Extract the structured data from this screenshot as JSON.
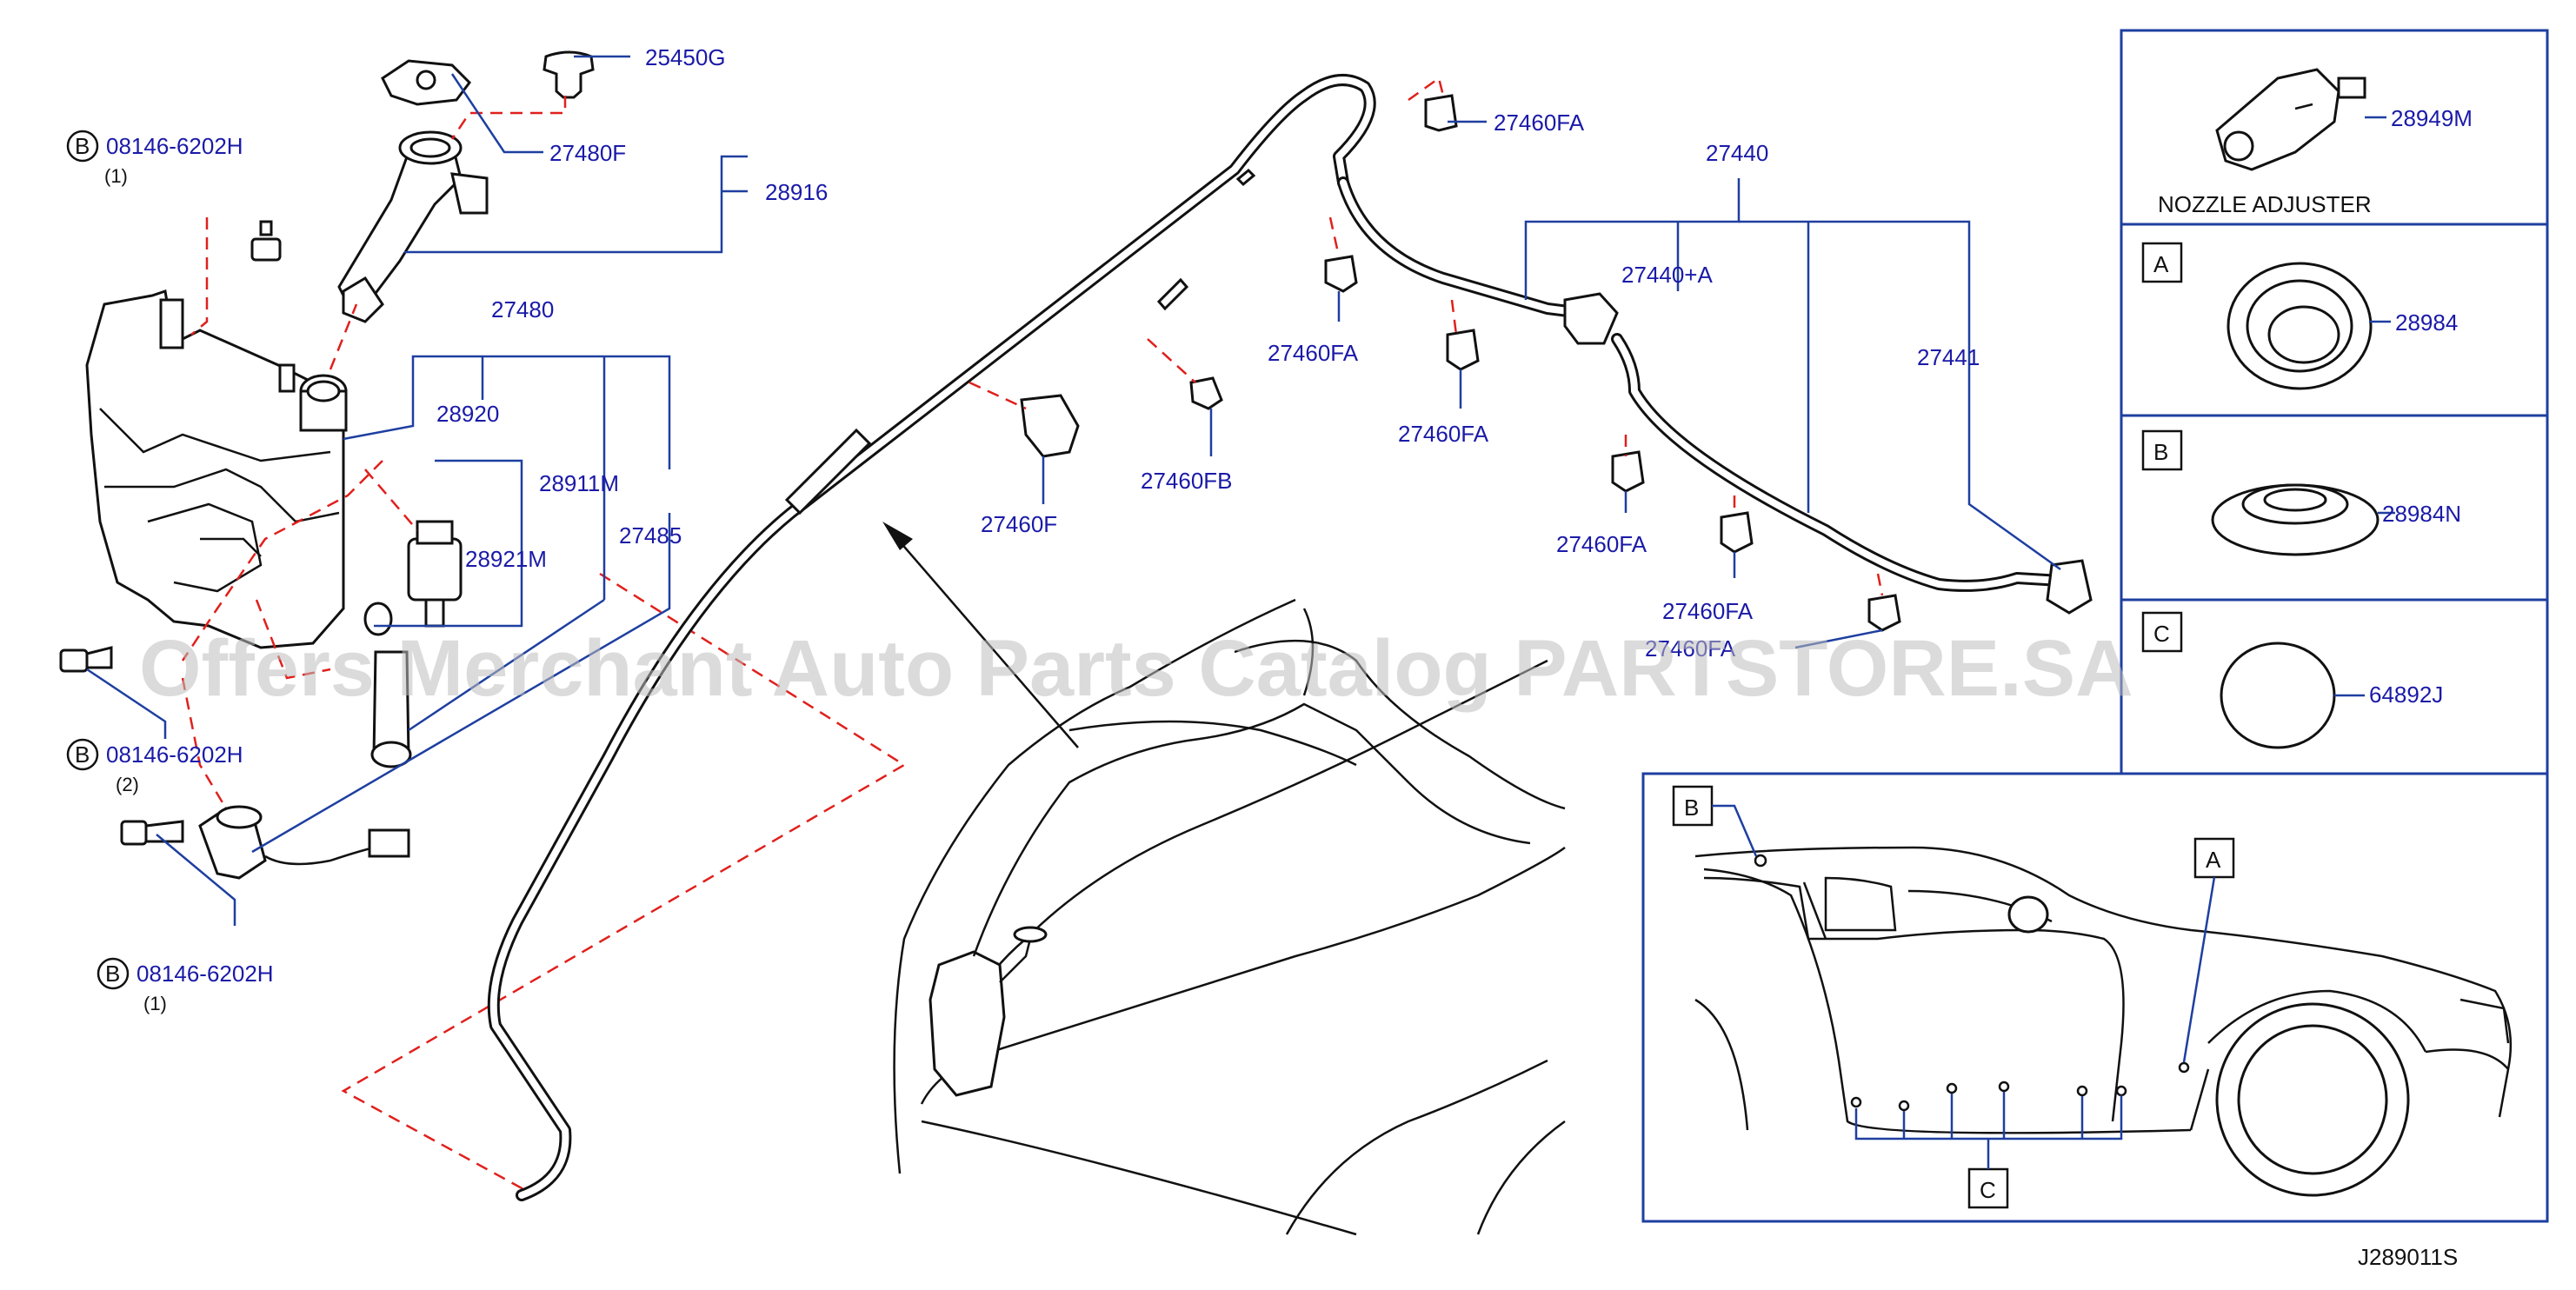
{
  "watermark": "Offers Merchant Auto Parts Catalog PARTSTORE.SA",
  "diagram_code": "J289011S",
  "inset_titles": {
    "nozzle_adjuster": "NOZZLE   ADJUSTER"
  },
  "callouts": {
    "b_marker": "B",
    "bolt_1": "08146-6202H",
    "bolt_1_qty": "(1)",
    "bolt_2": "08146-6202H",
    "bolt_2_qty": "(2)",
    "bolt_3": "08146-6202H",
    "bolt_3_qty": "(1)",
    "p25450g": "25450G",
    "p27480f": "27480F",
    "p28916": "28916",
    "p27480": "27480",
    "p28920": "28920",
    "p28911m": "28911M",
    "p28921m": "28921M",
    "p27485": "27485",
    "p27460fa_top": "27460FA",
    "p27460fa_1": "27460FA",
    "p27460fa_2": "27460FA",
    "p27460fa_3": "27460FA",
    "p27460fa_4": "27460FA",
    "p27460fa_5": "27460FA",
    "p27460f": "27460F",
    "p27460fb": "27460FB",
    "p27440": "27440",
    "p27440a": "27440+A",
    "p27441": "27441",
    "p28949m": "28949M",
    "p28984": "28984",
    "p28984n": "28984N",
    "p64892j": "64892J",
    "box_a": "A",
    "box_b": "B",
    "box_c": "C",
    "car_a": "A",
    "car_b": "B",
    "car_c": "C"
  }
}
